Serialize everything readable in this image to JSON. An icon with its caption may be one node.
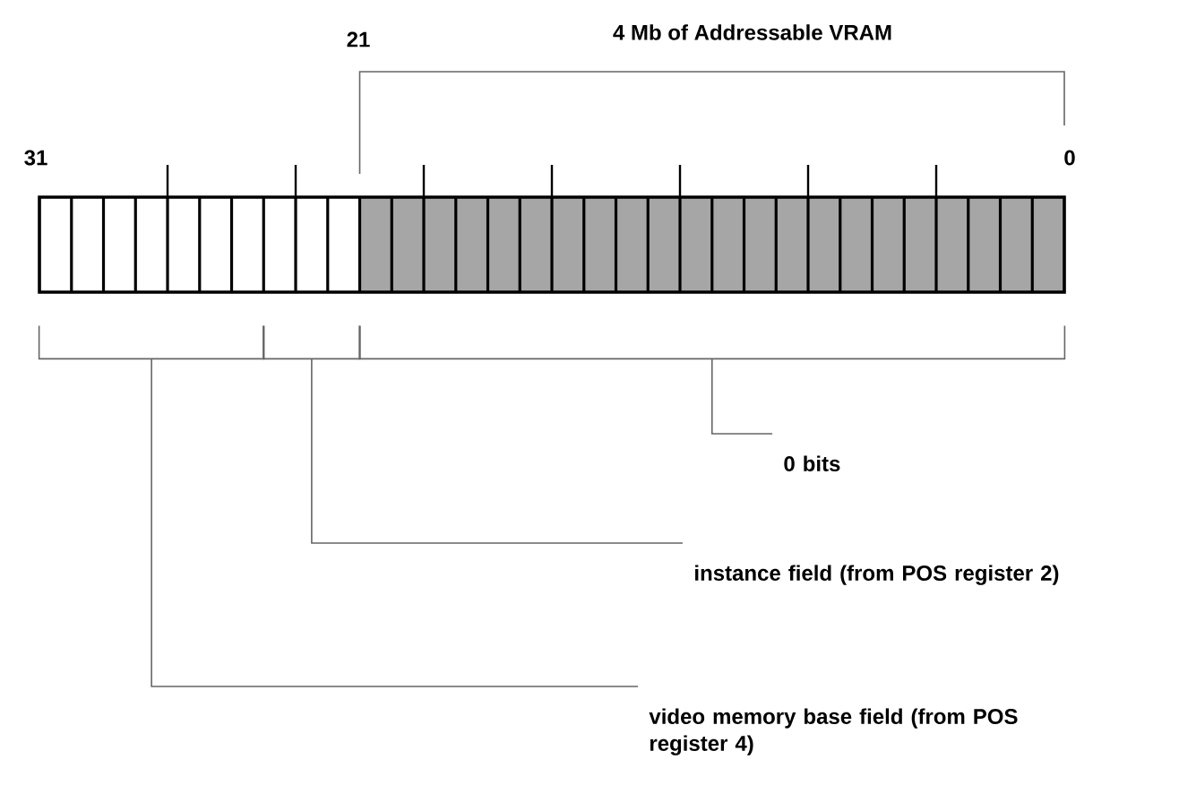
{
  "diagram": {
    "nodes": [
      {
        "text": [],
        "shape": "bracket"
      },
      {
        "text": [],
        "shape": "bracket"
      },
      {
        "text": [],
        "shape": "bracket"
      },
      {
        "text": [
          "0 bits"
        ]
      },
      {
        "text": [
          "instance field (from POS register 2)"
        ]
      },
      {
        "text": [
          "video memory base field (from POS register 4)"
        ]
      }
    ],
    "edges": [
      {
        "from": 3,
        "to": 2,
        "arrow": "none"
      },
      {
        "from": 4,
        "to": 1,
        "arrow": "none"
      },
      {
        "from": 5,
        "to": 0,
        "arrow": "none"
      }
    ],
    "labels": [
      "21",
      "4 Mb of Addressable VRAM",
      "31",
      "0"
    ]
  }
}
